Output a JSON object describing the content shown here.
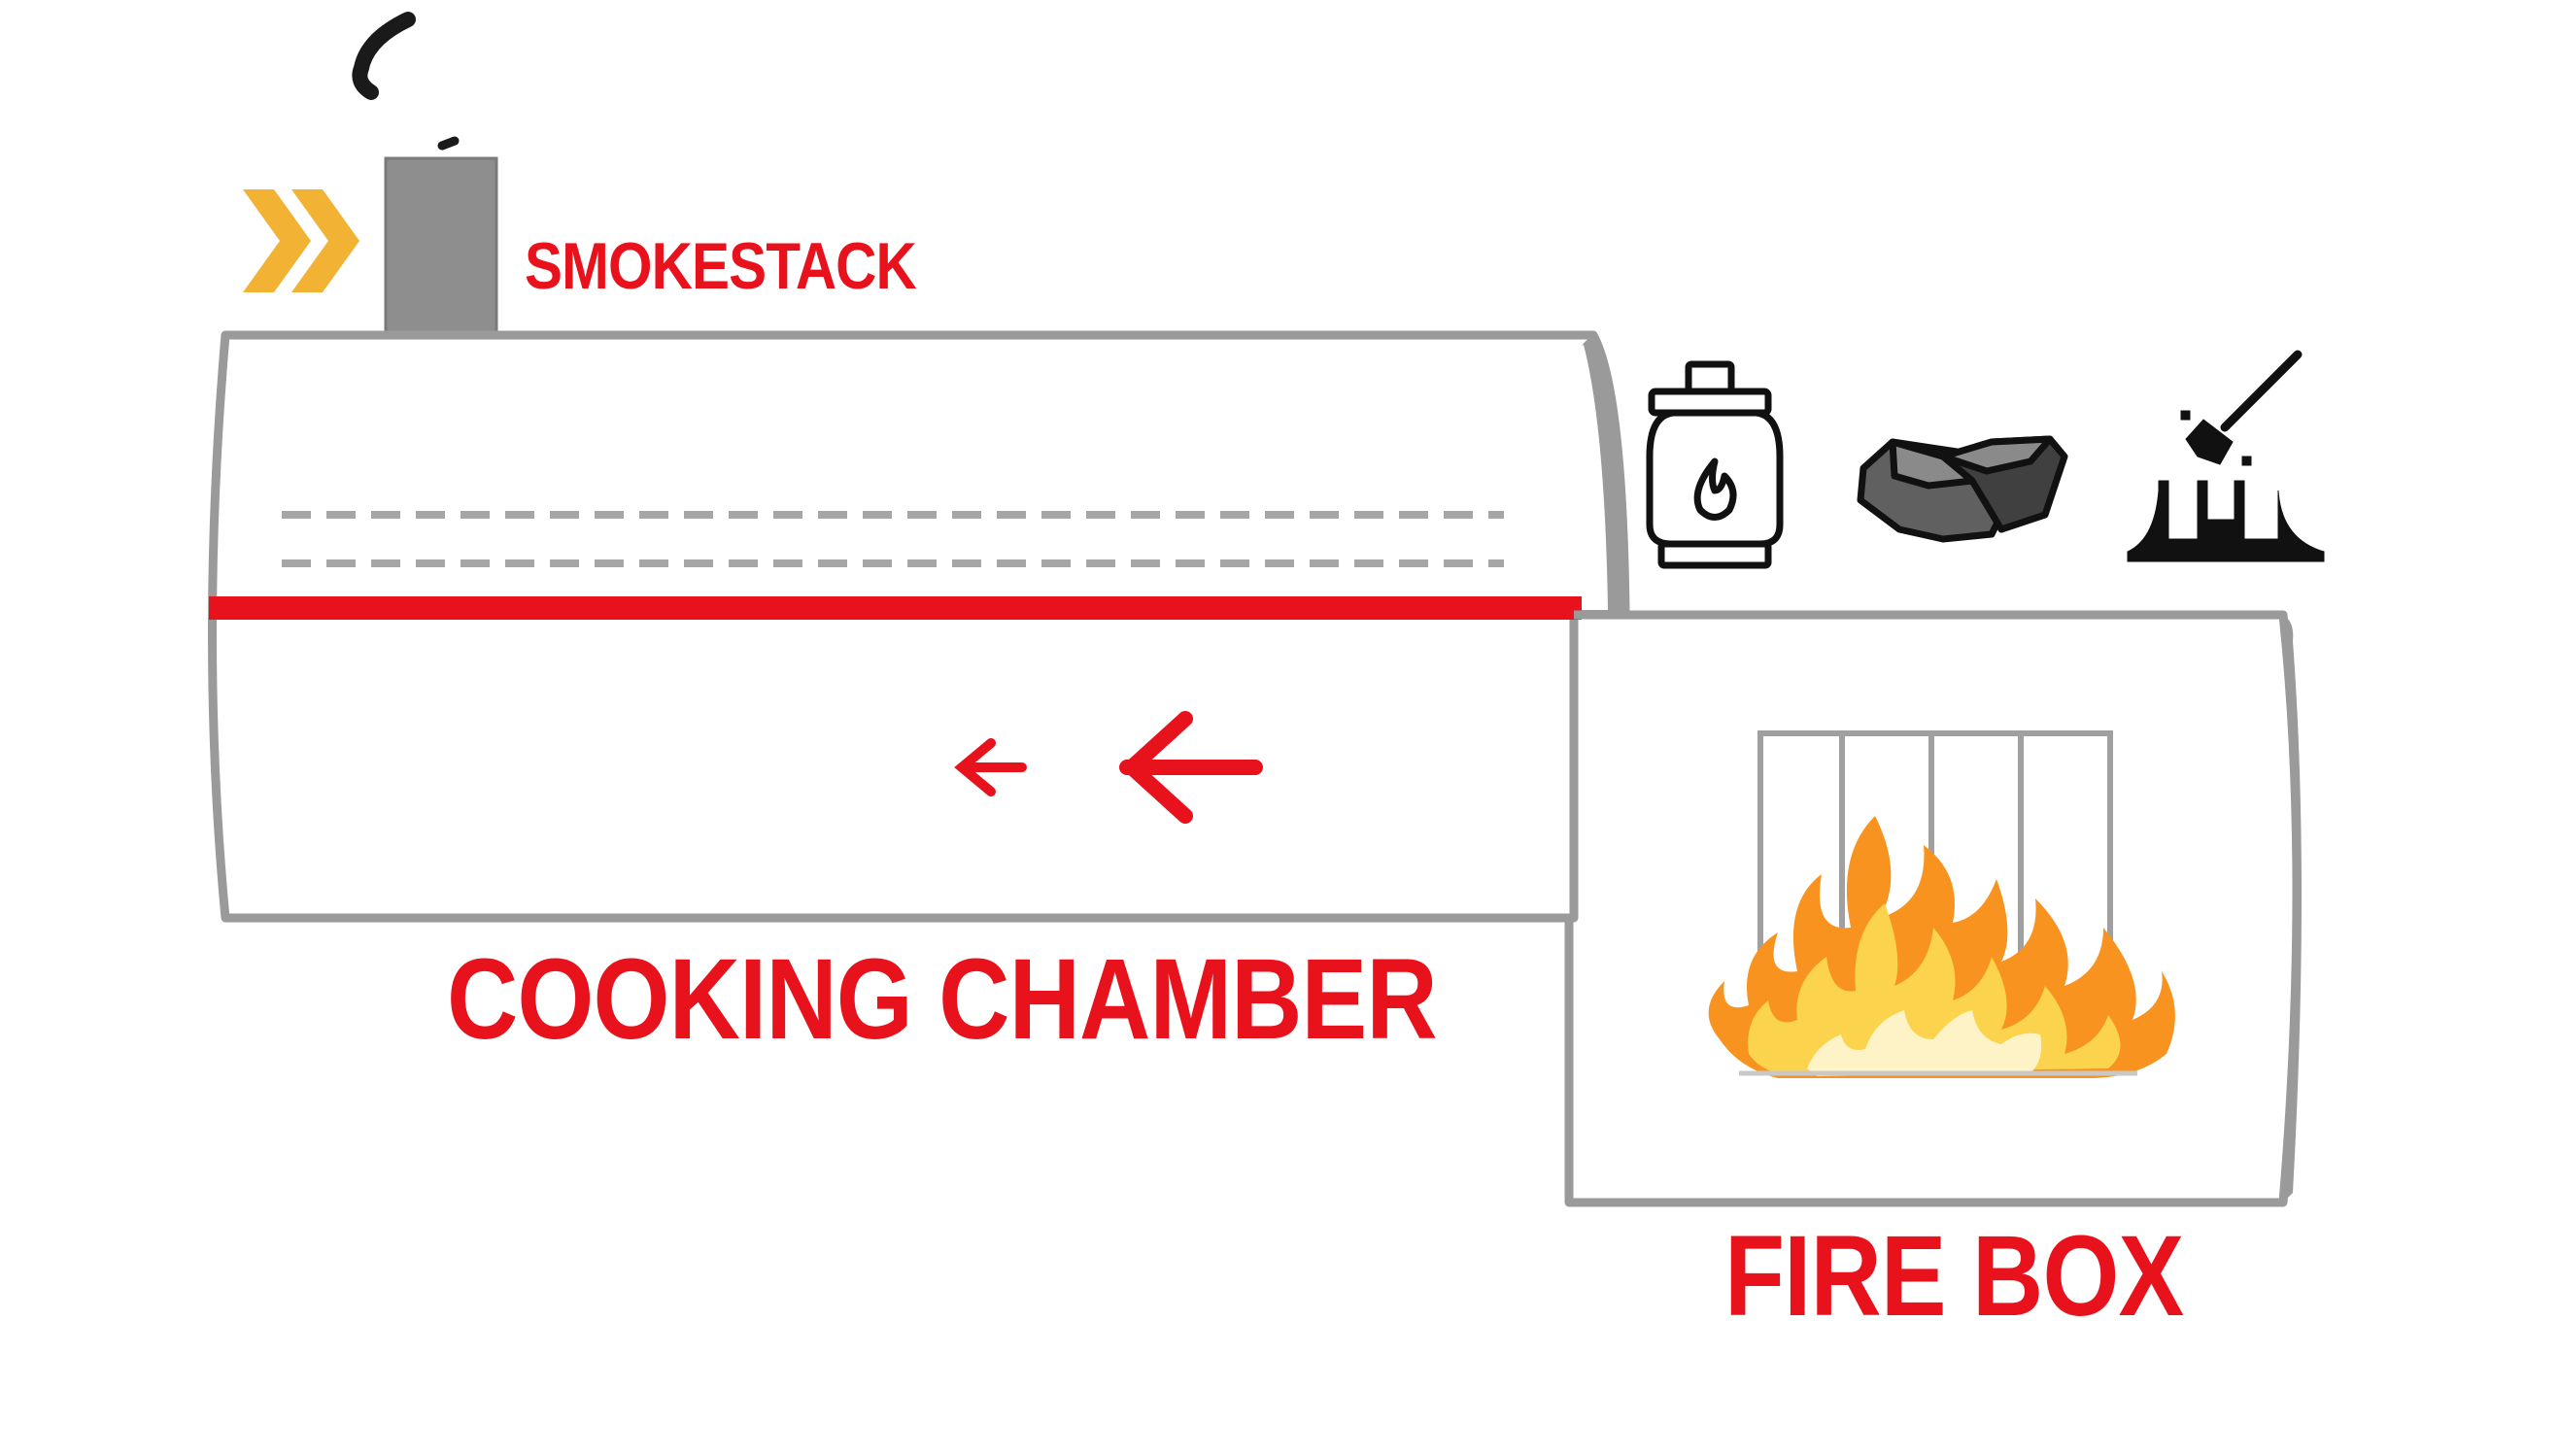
{
  "labels": {
    "smokestack": "SMOKESTACK",
    "cooking_chamber": "COOKING CHAMBER",
    "fire_box": "FIRE BOX"
  },
  "icons": [
    "chevron-double-right-icon",
    "propane-tank-icon",
    "charcoal-briquettes-icon",
    "axe-wood-icon",
    "fire-icon"
  ],
  "colors": {
    "accent_red": "#e8121c",
    "chevron_yellow": "#f2b233",
    "body_gray": "#9a9a9a",
    "stack_gray": "#8e8e8e",
    "fire_orange": "#f7931e",
    "fire_yellow": "#fcd34d"
  }
}
